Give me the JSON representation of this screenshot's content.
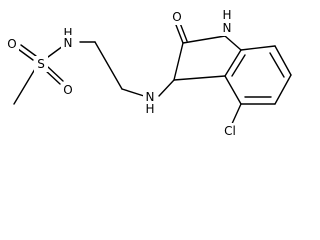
{
  "molecule": {
    "atoms": {
      "s": "S",
      "o_sulfonyl_top": "O",
      "o_sulfonyl_bottom": "O",
      "n_sulfonamide": "N",
      "h_sulfonamide": "H",
      "n_amine": "N",
      "h_amine": "H",
      "o_carbonyl": "O",
      "n_indole": "N",
      "h_indole": "H",
      "cl": "Cl"
    }
  }
}
